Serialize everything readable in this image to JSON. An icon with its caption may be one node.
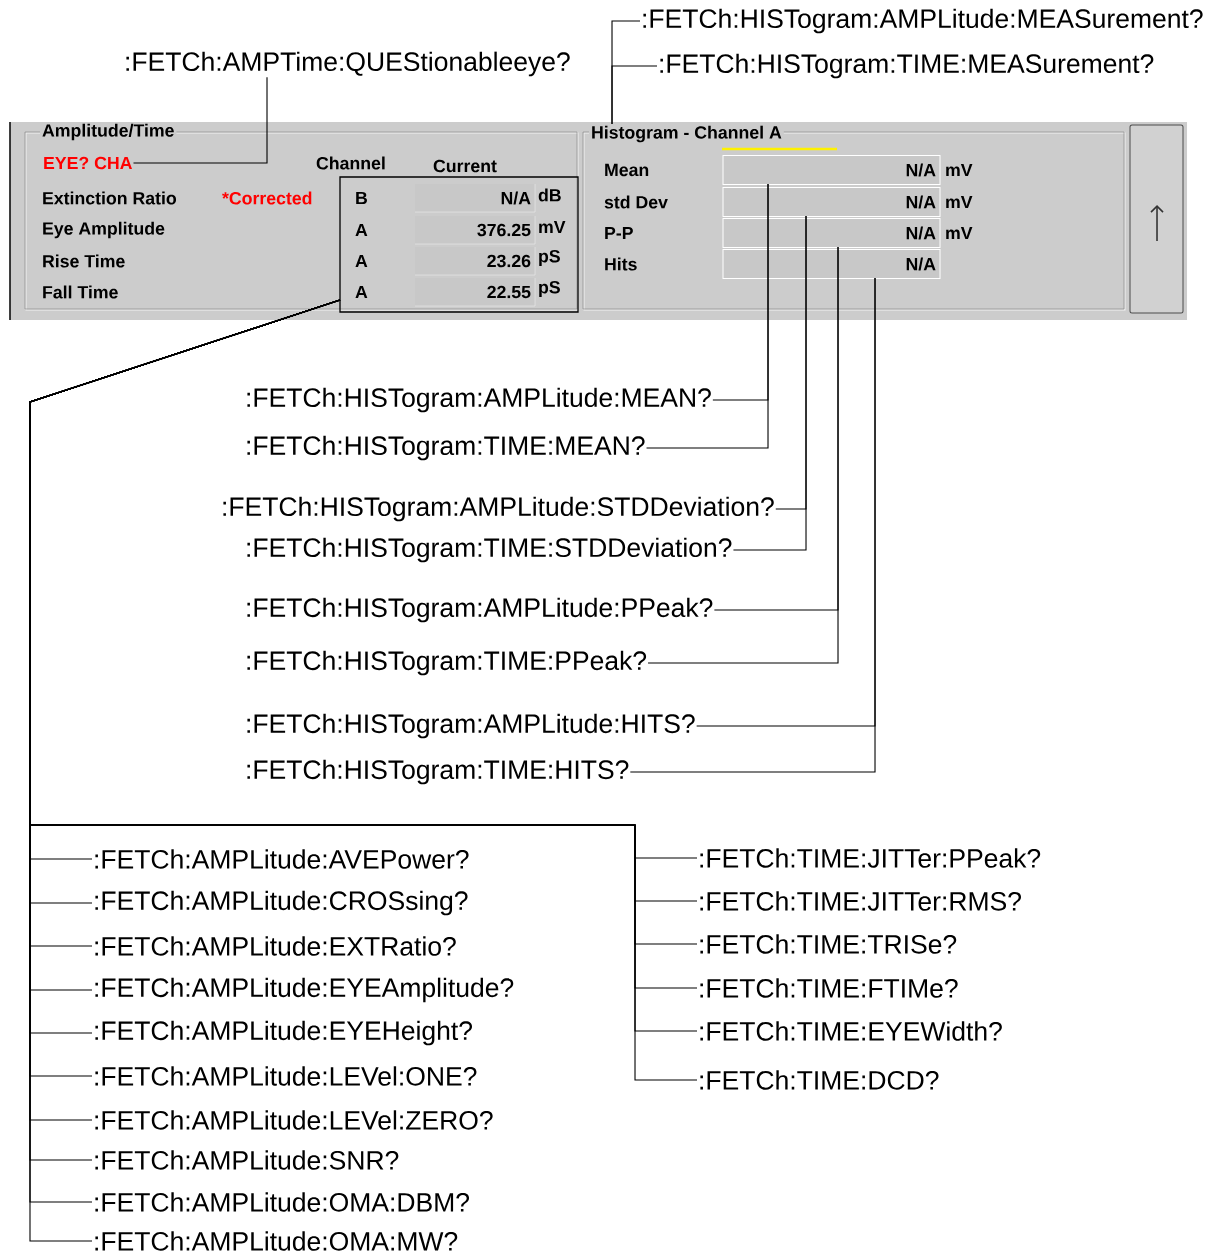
{
  "diagram": {
    "nodes": [
      {
        "text": [
          ":FETCh:AMPTime:QUEStionableeye?"
        ]
      },
      {
        "text": [
          ":FETCh:HISTogram:AMPLitude:MEASurement?"
        ]
      },
      {
        "text": [
          ":FETCh:HISTogram:TIME:MEASurement?"
        ]
      },
      {
        "text": [
          "Amplitude/Time"
        ]
      },
      {
        "text": [
          "EYE? CHA"
        ],
        "in": 3
      },
      {
        "text": [
          "B",
          "N/A",
          "dB",
          "A",
          "376.25",
          "mV",
          "A",
          "23.26",
          "pS",
          "A",
          "22.55",
          "pS"
        ],
        "in": 3
      },
      {
        "text": [
          "Histogram - Channel A"
        ]
      },
      {
        "text": [
          "N/A"
        ],
        "in": 6
      },
      {
        "text": [
          "N/A"
        ],
        "in": 6
      },
      {
        "text": [
          "N/A"
        ],
        "in": 6
      },
      {
        "text": [
          "N/A"
        ],
        "in": 6
      },
      {
        "text": [
          ":FETCh:HISTogram:AMPLitude:MEAN?"
        ]
      },
      {
        "text": [
          ":FETCh:HISTogram:TIME:MEAN?"
        ]
      },
      {
        "text": [
          ":FETCh:HISTogram:AMPLitude:STDDeviation?"
        ]
      },
      {
        "text": [
          ":FETCh:HISTogram:TIME:STDDeviation?"
        ]
      },
      {
        "text": [
          ":FETCh:HISTogram:AMPLitude:PPeak?"
        ]
      },
      {
        "text": [
          ":FETCh:HISTogram:TIME:PPeak?"
        ]
      },
      {
        "text": [
          ":FETCh:HISTogram:AMPLitude:HITS?"
        ]
      },
      {
        "text": [
          ":FETCh:HISTogram:TIME:HITS?"
        ]
      },
      {
        "text": [
          ":FETCh:AMPLitude:AVEPower?"
        ]
      },
      {
        "text": [
          ":FETCh:AMPLitude:CROSsing?"
        ]
      },
      {
        "text": [
          ":FETCh:AMPLitude:EXTRatio?"
        ]
      },
      {
        "text": [
          ":FETCh:AMPLitude:EYEAmplitude?"
        ]
      },
      {
        "text": [
          ":FETCh:AMPLitude:EYEHeight?"
        ]
      },
      {
        "text": [
          ":FETCh:AMPLitude:LEVel:ONE?"
        ]
      },
      {
        "text": [
          ":FETCh:AMPLitude:LEVel:ZERO?"
        ]
      },
      {
        "text": [
          ":FETCh:AMPLitude:SNR?"
        ]
      },
      {
        "text": [
          ":FETCh:AMPLitude:OMA:DBM?"
        ]
      },
      {
        "text": [
          ":FETCh:AMPLitude:OMA:MW?"
        ]
      },
      {
        "text": [
          ":FETCh:TIME:JITTer:PPeak?"
        ]
      },
      {
        "text": [
          ":FETCh:TIME:JITTer:RMS?"
        ]
      },
      {
        "text": [
          ":FETCh:TIME:TRISe?"
        ]
      },
      {
        "text": [
          ":FETCh:TIME:FTIMe?"
        ]
      },
      {
        "text": [
          ":FETCh:TIME:EYEWidth?"
        ]
      },
      {
        "text": [
          ":FETCh:TIME:DCD?"
        ]
      }
    ],
    "edges": [
      {
        "from": 0,
        "to": 4,
        "arrow": "none"
      },
      {
        "from": 1,
        "to": 6,
        "arrow": "none"
      },
      {
        "from": 2,
        "to": 6,
        "arrow": "none"
      },
      {
        "from": 11,
        "to": 7,
        "arrow": "none"
      },
      {
        "from": 12,
        "to": 7,
        "arrow": "none"
      },
      {
        "from": 13,
        "to": 8,
        "arrow": "none"
      },
      {
        "from": 14,
        "to": 8,
        "arrow": "none"
      },
      {
        "from": 15,
        "to": 9,
        "arrow": "none"
      },
      {
        "from": 16,
        "to": 9,
        "arrow": "none"
      },
      {
        "from": 17,
        "to": 10,
        "arrow": "none"
      },
      {
        "from": 18,
        "to": 10,
        "arrow": "none"
      },
      {
        "from": 5,
        "to": 19,
        "arrow": "none"
      },
      {
        "from": 5,
        "to": 20,
        "arrow": "none"
      },
      {
        "from": 5,
        "to": 21,
        "arrow": "none"
      },
      {
        "from": 5,
        "to": 22,
        "arrow": "none"
      },
      {
        "from": 5,
        "to": 23,
        "arrow": "none"
      },
      {
        "from": 5,
        "to": 24,
        "arrow": "none"
      },
      {
        "from": 5,
        "to": 25,
        "arrow": "none"
      },
      {
        "from": 5,
        "to": 26,
        "arrow": "none"
      },
      {
        "from": 5,
        "to": 27,
        "arrow": "none"
      },
      {
        "from": 5,
        "to": 28,
        "arrow": "none"
      },
      {
        "from": 5,
        "to": 29,
        "arrow": "none"
      },
      {
        "from": 5,
        "to": 30,
        "arrow": "none"
      },
      {
        "from": 5,
        "to": 31,
        "arrow": "none"
      },
      {
        "from": 5,
        "to": 32,
        "arrow": "none"
      },
      {
        "from": 5,
        "to": 33,
        "arrow": "none"
      },
      {
        "from": 5,
        "to": 34,
        "arrow": "none"
      }
    ],
    "labels": [
      "Channel",
      "Current",
      "Extinction Ratio",
      "*Corrected",
      "Eye Amplitude",
      "Rise Time",
      "Fall Time",
      "Mean",
      "std Dev",
      "P-P",
      "Hits",
      "mV",
      "mV",
      "mV"
    ]
  }
}
